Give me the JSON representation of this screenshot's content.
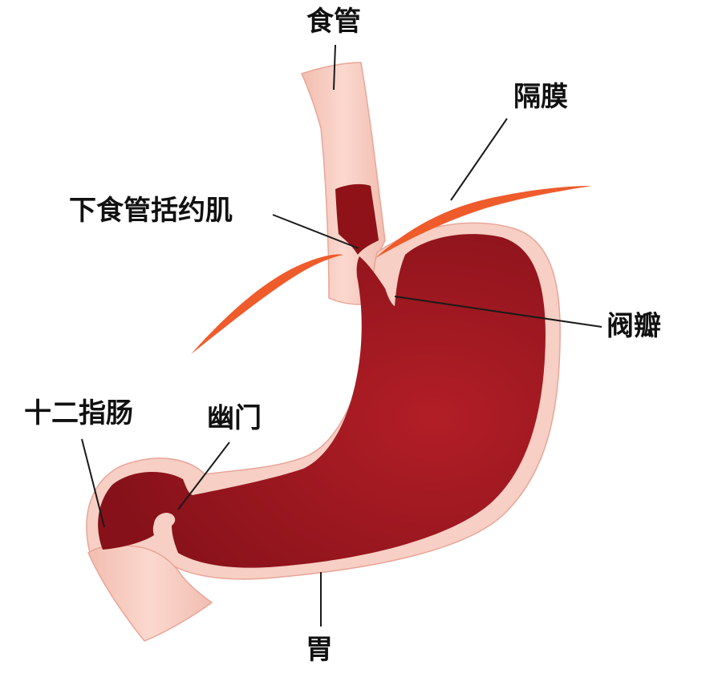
{
  "labels": {
    "esophagus": "食管",
    "diaphragm": "隔膜",
    "lower_esophageal_sphincter": "下食管括约肌",
    "valve": "阀瓣",
    "duodenum": "十二指肠",
    "pylorus": "幽门",
    "stomach": "胃"
  },
  "colors": {
    "wall": "#f6cbc0",
    "wall_edge": "#e9a598",
    "lumen": "#8e1218",
    "lumen_light": "#b21e26",
    "diaphragm": "#ef5b2b",
    "leader": "#1a1a1a",
    "text": "#111111"
  }
}
